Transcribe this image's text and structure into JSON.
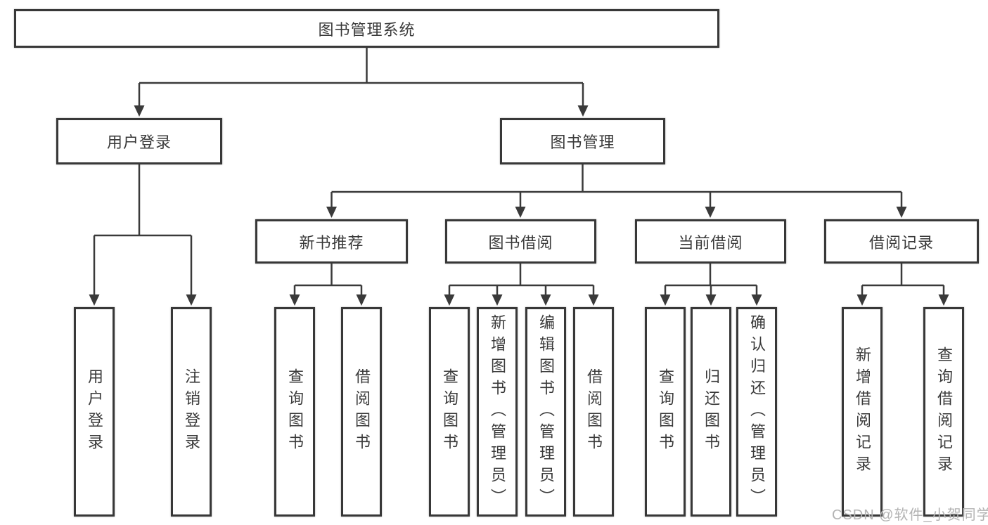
{
  "tree": {
    "label": "图书管理系统",
    "children": [
      {
        "label": "用户登录",
        "children": [
          {
            "label": "用户登录"
          },
          {
            "label": "注销登录"
          }
        ]
      },
      {
        "label": "图书管理",
        "children": [
          {
            "label": "新书推荐",
            "children": [
              {
                "label": "查询图书"
              },
              {
                "label": "借阅图书"
              }
            ]
          },
          {
            "label": "图书借阅",
            "children": [
              {
                "label": "查询图书"
              },
              {
                "label": "新增图书（管理员）"
              },
              {
                "label": "编辑图书（管理员）"
              },
              {
                "label": "借阅图书"
              }
            ]
          },
          {
            "label": "当前借阅",
            "children": [
              {
                "label": "查询图书"
              },
              {
                "label": "归还图书"
              },
              {
                "label": "确认归还（管理员）"
              }
            ]
          },
          {
            "label": "借阅记录",
            "children": [
              {
                "label": "新增借阅记录"
              },
              {
                "label": "查询借阅记录"
              }
            ]
          }
        ]
      }
    ]
  },
  "watermark": {
    "text": "CSDN @软件_小贺同学"
  },
  "colors": {
    "line": "#3a3a3a",
    "box_border": "#383838",
    "text": "#3a3a3a",
    "watermark": "#b3b3b3",
    "background": "#ffffff"
  }
}
